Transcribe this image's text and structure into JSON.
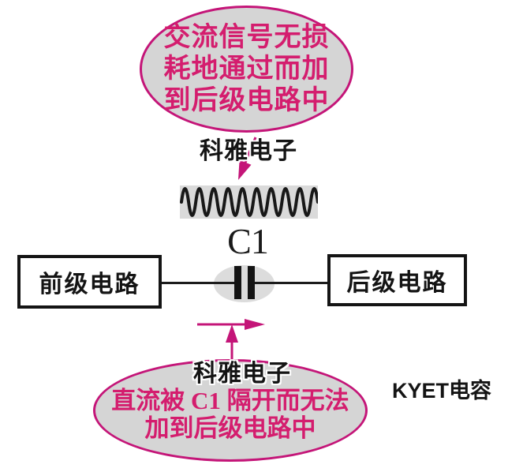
{
  "diagram": {
    "top_callout": {
      "lines": [
        "交流信号无损",
        "耗地通过而加",
        "到后级电路中"
      ]
    },
    "bottom_callout": {
      "lines": [
        "直流被 C1 隔开而无法",
        "加到后级电路中"
      ]
    },
    "left_box_label": "前级电路",
    "right_box_label": "后级电路",
    "capacitor_label": "C1",
    "watermark_top": "科雅电子",
    "watermark_bottom": "科雅电子",
    "brand_label": "KYET电容"
  },
  "icons": {
    "ac_waveform": "sine-wave",
    "down_arrow": "down-arrow",
    "right_arrow": "right-arrow",
    "up_arrow": "up-arrow"
  },
  "colors": {
    "accent_magenta_border": "#c41578",
    "callout_text_magenta": "#d41d6e",
    "bubble_fill_gray": "#d5d5d5",
    "waveform_bg_gray": "#dadada",
    "ink_black": "#141414",
    "background": "#ffffff"
  }
}
